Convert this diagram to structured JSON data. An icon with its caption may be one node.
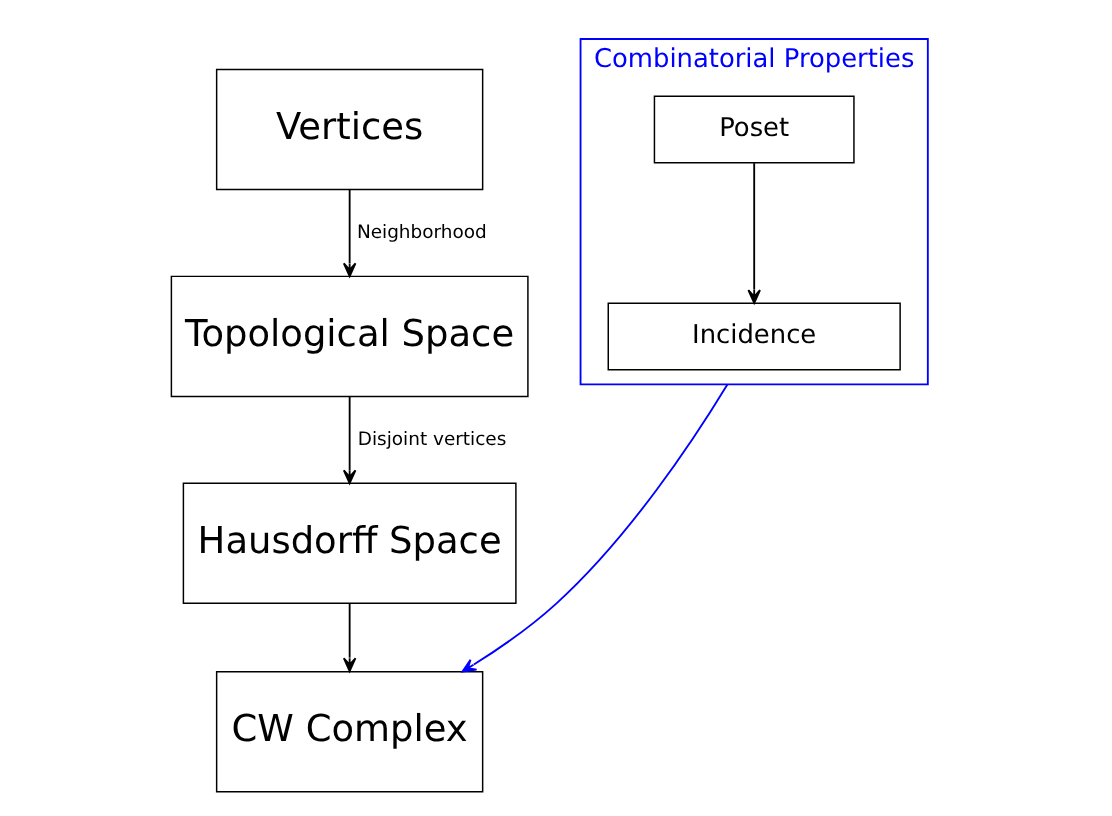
{
  "diagram": {
    "nodes": [
      {
        "text": [
          "Vertices"
        ]
      },
      {
        "text": [
          "Topological Space"
        ]
      },
      {
        "text": [
          "Hausdorff Space"
        ]
      },
      {
        "text": [
          "CW Complex"
        ]
      },
      {
        "text": [
          "Combinatorial Properties"
        ]
      },
      {
        "text": [
          "Poset"
        ],
        "in": 4
      },
      {
        "text": [
          "Incidence"
        ],
        "in": 4
      }
    ],
    "edges": [
      {
        "from": 0,
        "to": 1,
        "arrow": "to",
        "label": "Neighborhood"
      },
      {
        "from": 1,
        "to": 2,
        "arrow": "to",
        "label": "Disjoint vertices"
      },
      {
        "from": 2,
        "to": 3,
        "arrow": "to"
      },
      {
        "from": 5,
        "to": 6,
        "arrow": "to"
      },
      {
        "from": 4,
        "to": 3,
        "arrow": "to",
        "color": "#0000ff"
      }
    ]
  }
}
